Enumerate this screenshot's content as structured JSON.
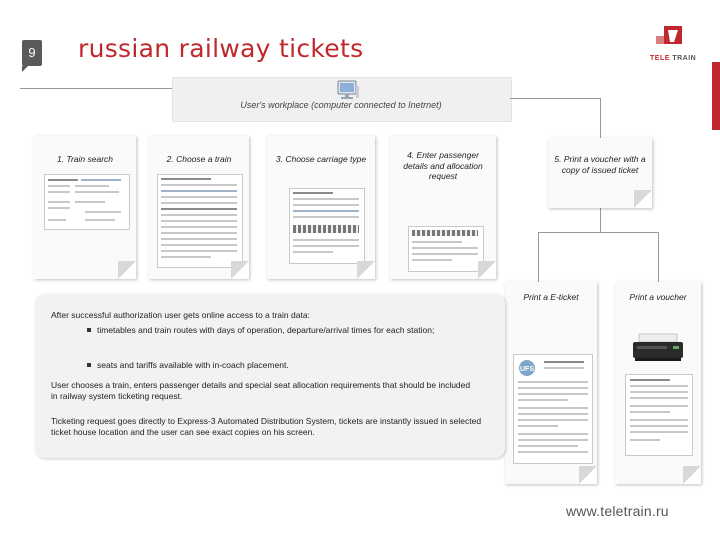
{
  "slide": {
    "number": "9",
    "title": "russian railway tickets"
  },
  "logo": {
    "text_red": "TELE",
    "text_gray": "TRAIN",
    "icon": "teletrain-logo-icon"
  },
  "workplace": {
    "label": "User's workplace (computer connected to Inetrnet)",
    "icon": "computer-monitor-icon"
  },
  "steps": [
    {
      "label": "1. Train search"
    },
    {
      "label": "2. Choose a train"
    },
    {
      "label": "3. Choose carriage type"
    },
    {
      "label": "4. Enter passenger details and allocation request"
    },
    {
      "label": "5. Print a voucher with a copy of issued ticket"
    }
  ],
  "outputs": [
    {
      "label": "Print a E-ticket"
    },
    {
      "label": "Print a voucher"
    }
  ],
  "panel": {
    "intro": "After successful authorization user gets online access to a train data:",
    "bullets": [
      "timetables and train routes with days of operation, departure/arrival times for each station;",
      "seats and tariffs available with in-coach placement."
    ],
    "para1": "User chooses a train, enters passenger details and special seat allocation requirements that should be included in railway system ticketing request.",
    "para2": "Ticketing request goes directly to Express-3 Automated Distribution System, tickets are instantly issued in selected ticket house location and the user can see exact copies on his screen."
  },
  "footer": {
    "url": "www.teletrain.ru"
  },
  "colors": {
    "accent": "#c0282d",
    "badge": "#5a5a5a"
  }
}
